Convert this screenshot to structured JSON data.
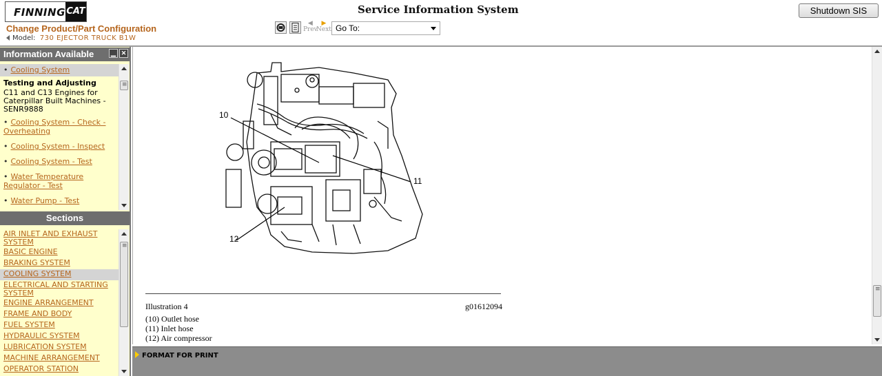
{
  "header": {
    "logo_text": "FINNING",
    "logo_badge": "CAT",
    "title": "Service Information System",
    "shutdown_label": "Shutdown SIS",
    "change_label": "Change Product/Part Configuration",
    "model_label": "Model:",
    "model_value": "730 EJECTOR TRUCK B1W"
  },
  "toolbar": {
    "prev_label": "Prev",
    "next_label": "Next",
    "goto_value": "Go To:"
  },
  "info_panel": {
    "title": "Information Available",
    "items": [
      {
        "label": "Cooling System",
        "selected": true
      },
      {
        "group": "Testing and Adjusting",
        "book": "C11 and C13 Engines for Caterpillar Built Machines - SENR9888"
      },
      {
        "label": "Cooling System - Check - Overheating"
      },
      {
        "label": "Cooling System - Inspect"
      },
      {
        "label": "Cooling System - Test"
      },
      {
        "label": "Water Temperature Regulator - Test"
      },
      {
        "label": "Water Pump - Test"
      }
    ]
  },
  "sections_panel": {
    "title": "Sections",
    "items": [
      "AIR INLET AND EXHAUST SYSTEM",
      "BASIC ENGINE",
      "BRAKING SYSTEM",
      "COOLING SYSTEM",
      "ELECTRICAL AND STARTING SYSTEM",
      "ENGINE ARRANGEMENT",
      "FRAME AND BODY",
      "FUEL SYSTEM",
      "HYDRAULIC SYSTEM",
      "LUBRICATION SYSTEM",
      "MACHINE ARRANGEMENT",
      "OPERATOR STATION"
    ],
    "selected_index": 3
  },
  "content": {
    "callouts": [
      "10",
      "11",
      "12"
    ],
    "illustration_label": "Illustration 4",
    "graphic_id": "g01612094",
    "legend": [
      "(10) Outlet hose",
      "(11) Inlet hose",
      "(12) Air compressor"
    ]
  },
  "footer": {
    "print_label": "FORMAT FOR PRINT"
  }
}
